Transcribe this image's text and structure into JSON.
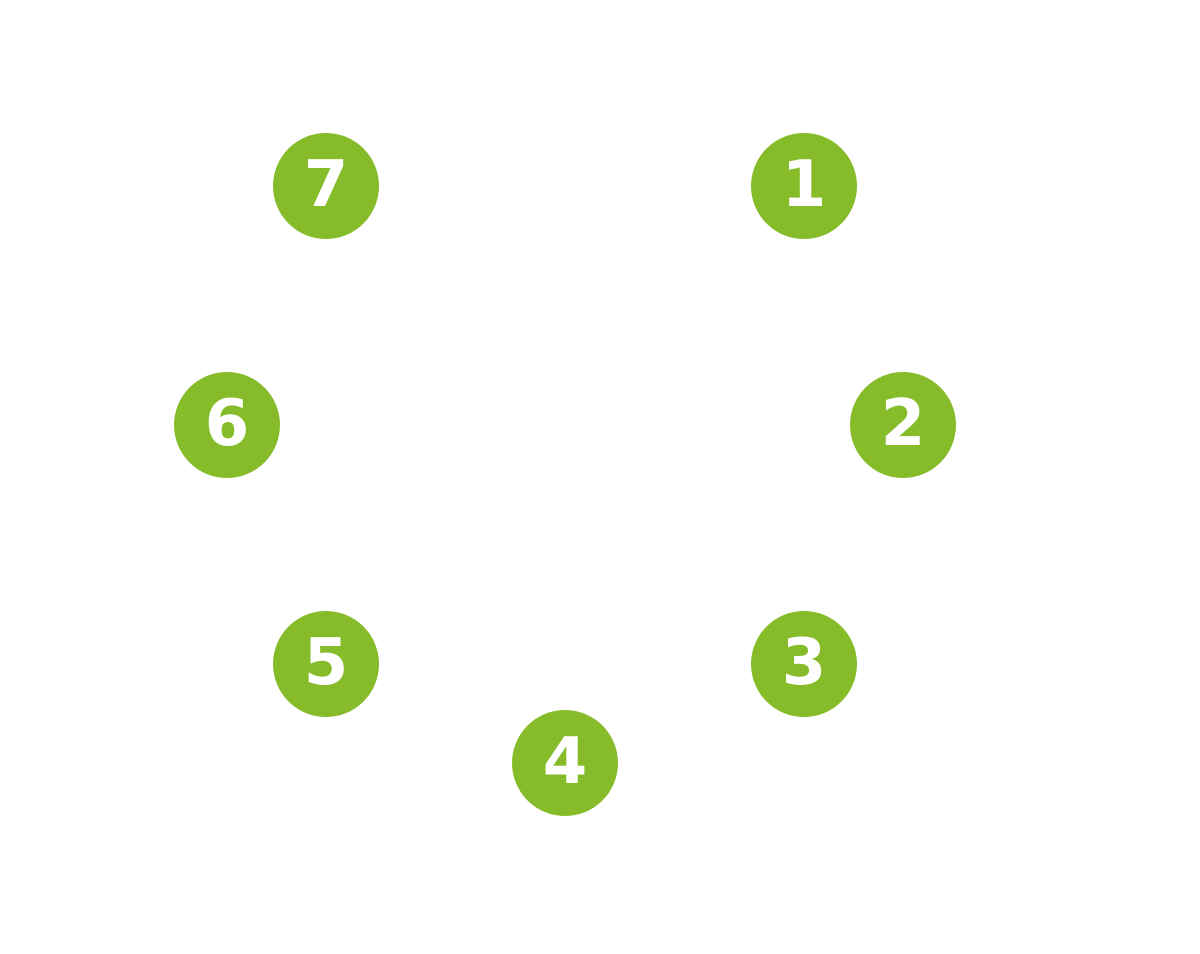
{
  "colors": {
    "node_fill": "#86bc2a",
    "node_text": "#ffffff",
    "background": "#ffffff"
  },
  "nodes": [
    {
      "label": "1"
    },
    {
      "label": "2"
    },
    {
      "label": "3"
    },
    {
      "label": "4"
    },
    {
      "label": "5"
    },
    {
      "label": "6"
    },
    {
      "label": "7"
    }
  ]
}
